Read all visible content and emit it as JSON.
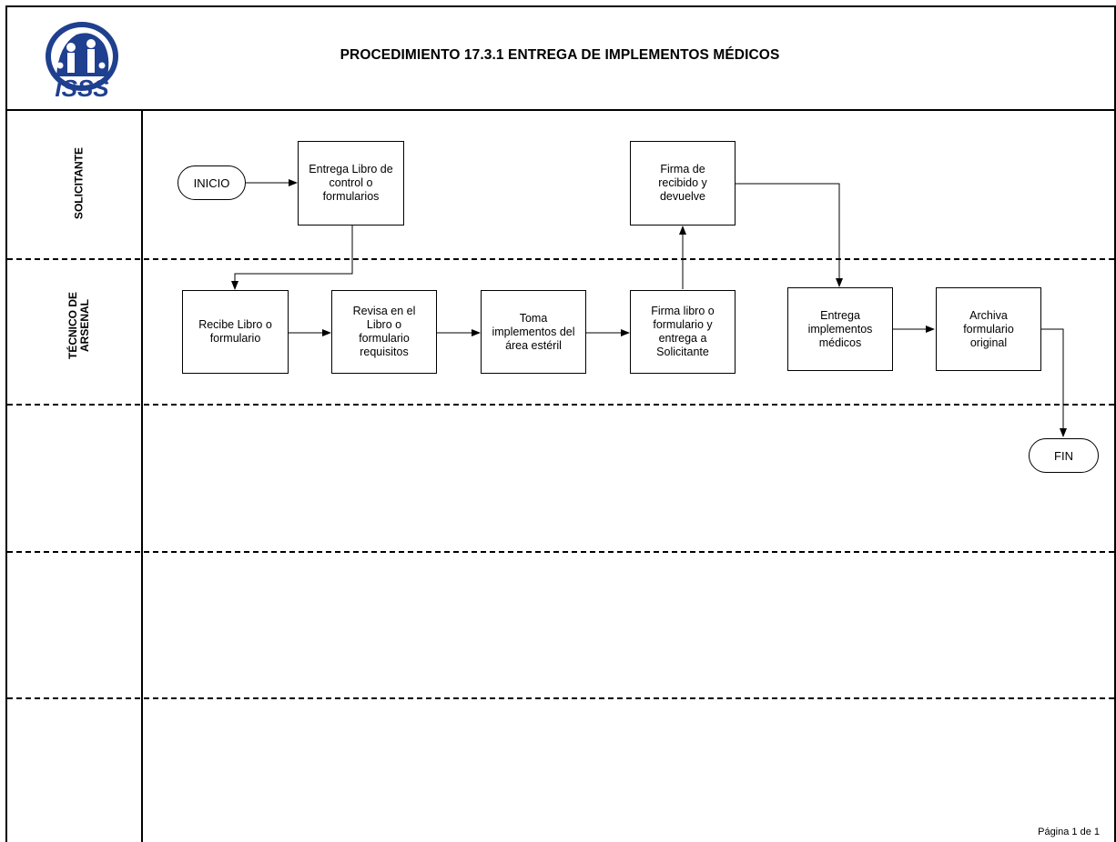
{
  "header": {
    "title": "PROCEDIMIENTO 17.3.1 ENTREGA DE IMPLEMENTOS MÉDICOS",
    "logo_text": "ISSS"
  },
  "lanes": {
    "solicitante": "SOLICITANTE",
    "tecnico_line1": "TÉCNICO DE",
    "tecnico_line2": "ARSENAL"
  },
  "nodes": {
    "inicio": "INICIO",
    "entrega_libro": "Entrega Libro de\ncontrol o\nformularios",
    "firma_recibido": "Firma de\nrecibido y\ndevuelve",
    "recibe_libro": "Recibe Libro o\nformulario",
    "revisa": "Revisa en el\nLibro o\nformulario\nrequisitos",
    "toma": "Toma\nimplementos del\nárea estéril",
    "firma_libro": "Firma libro o\nformulario y\nentrega a\nSolicitante",
    "entrega_impl": "Entrega\nimplementos\nmédicos",
    "archiva": "Archiva\nformulario\noriginal",
    "fin": "FIN"
  },
  "footer": {
    "page": "Página 1 de 1"
  },
  "colors": {
    "logo_blue": "#1f3f8f",
    "line": "#000000"
  }
}
